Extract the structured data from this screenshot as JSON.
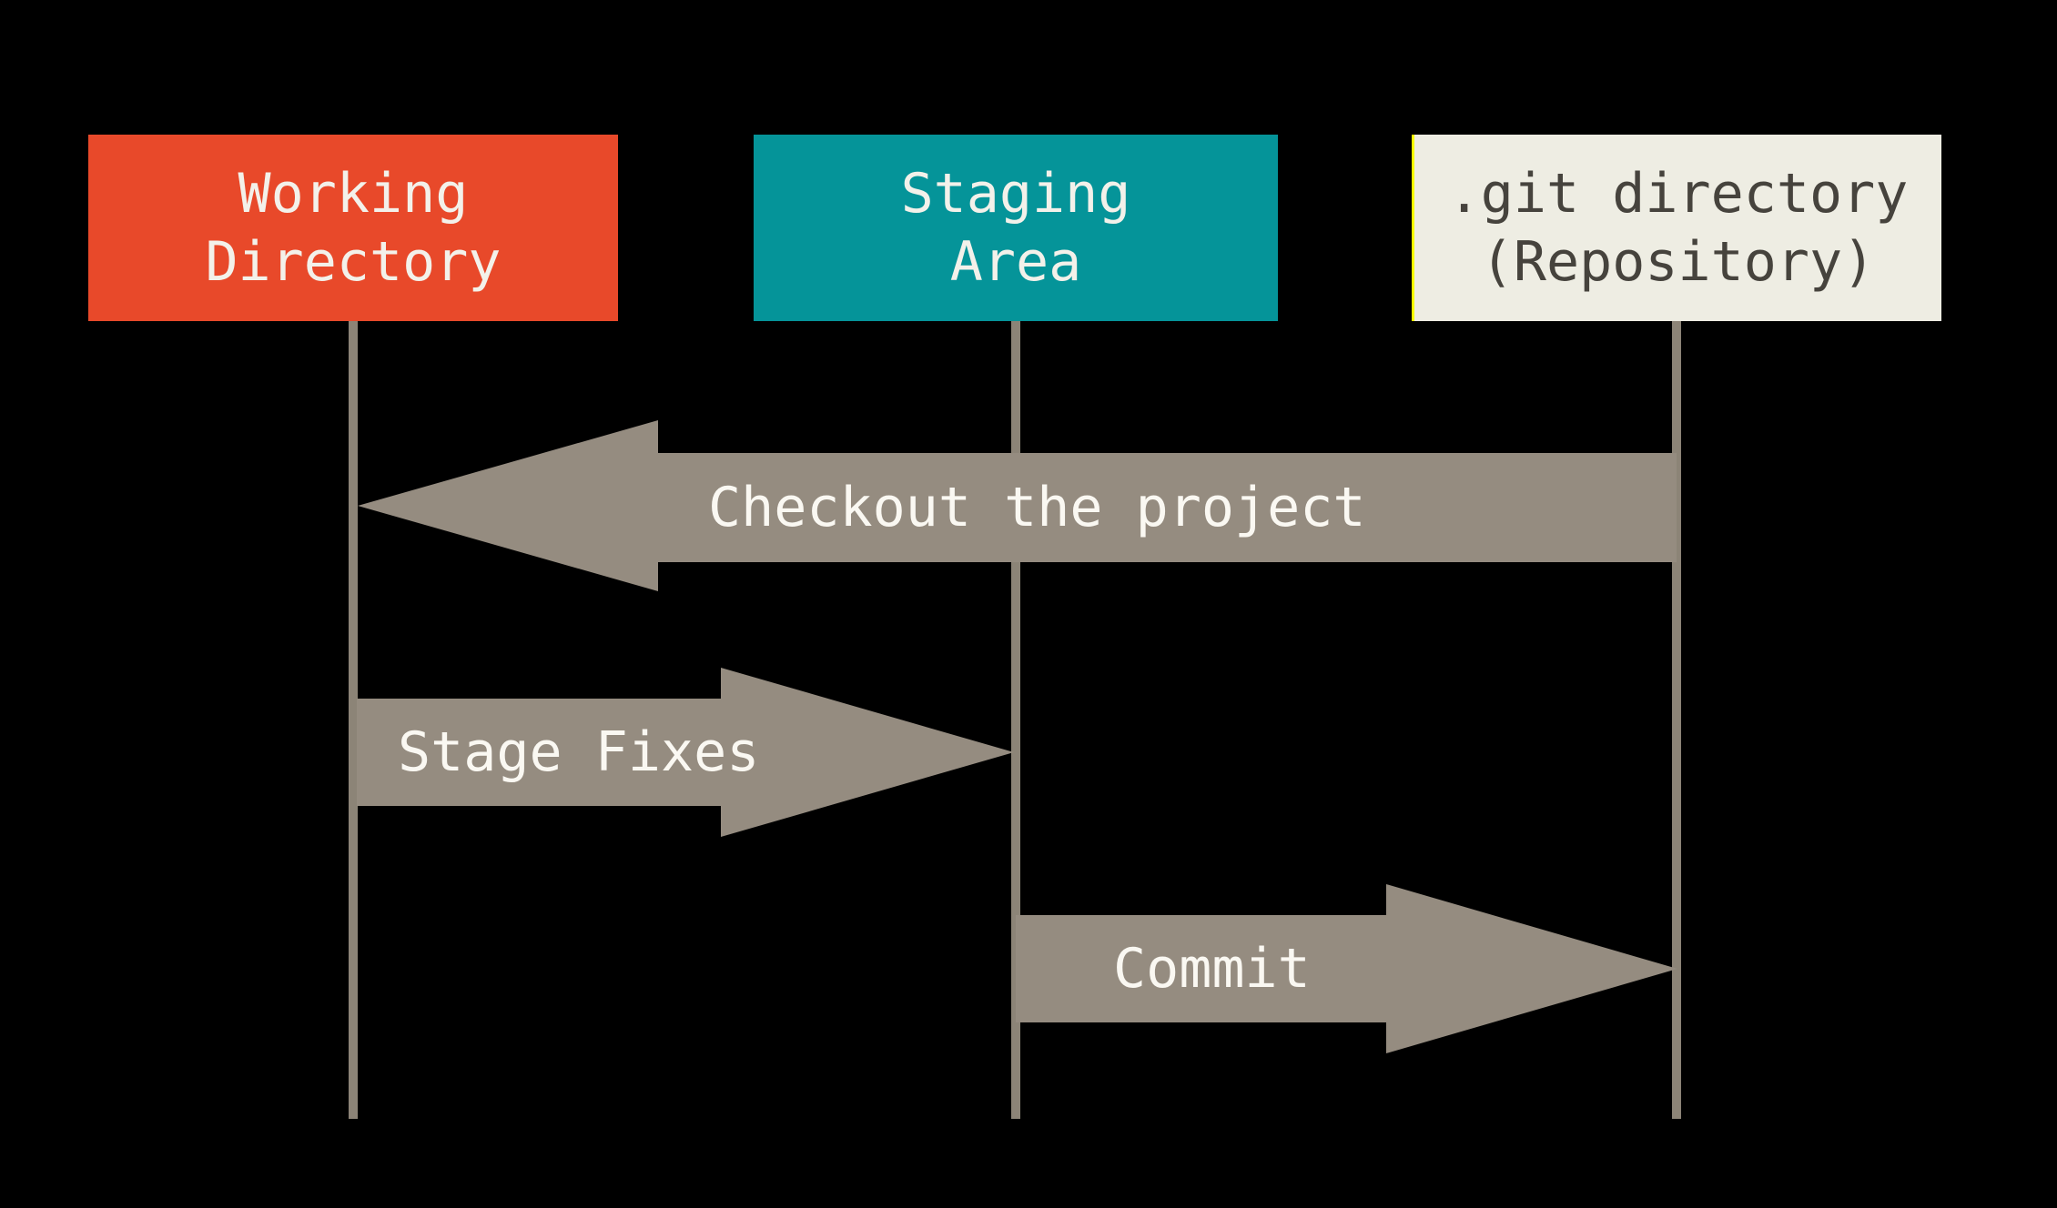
{
  "boxes": [
    {
      "id": "working-directory",
      "label": "Working\nDirectory"
    },
    {
      "id": "staging-area",
      "label": "Staging\nArea"
    },
    {
      "id": "git-directory",
      "label": ".git directory\n(Repository)"
    }
  ],
  "arrows": [
    {
      "label": "Checkout the project",
      "direction": "left",
      "from": "git-directory",
      "to": "working-directory"
    },
    {
      "label": "Stage Fixes",
      "direction": "right",
      "from": "working-directory",
      "to": "staging-area"
    },
    {
      "label": "Commit",
      "direction": "right",
      "from": "staging-area",
      "to": "git-directory"
    }
  ],
  "colors": {
    "background": "#000000",
    "working_box": "#E8492A",
    "staging_box": "#059499",
    "git_box": "#EEEDE3",
    "git_box_border": "#F8FF00",
    "box_text": "#F3F1EA",
    "git_box_text": "#46433D",
    "arrow_fill": "#958C80",
    "line_fill": "#8C8477",
    "arrow_text": "#FAF8F2"
  }
}
